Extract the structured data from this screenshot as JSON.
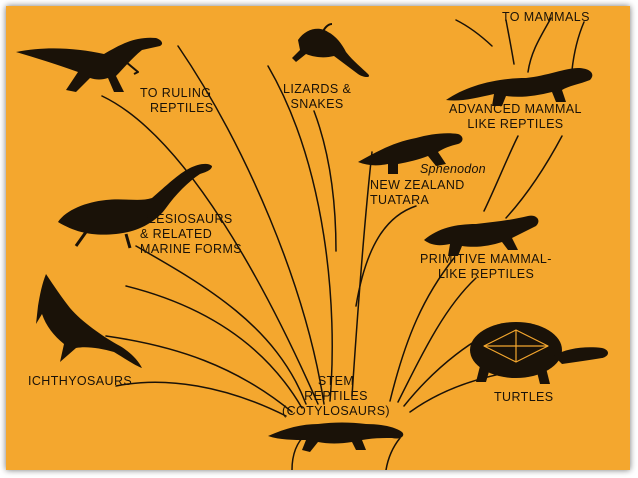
{
  "diagram": {
    "colors": {
      "background": "#f4a72e",
      "ink": "#1a1208",
      "frame": "#ffffff"
    },
    "labels": {
      "to_mammals": "TO MAMMALS",
      "to_ruling_reptiles": [
        "TO RULING",
        "REPTILES"
      ],
      "lizards_snakes": [
        "LIZARDS &",
        "SNAKES"
      ],
      "advanced_mammal_like": [
        "ADVANCED MAMMAL",
        "LIKE REPTILES"
      ],
      "sphenodon": "Sphenodon",
      "new_zealand_tuatara": [
        "NEW ZEALAND",
        "TUATARA"
      ],
      "plesiosaurs": [
        "PLESIOSAURS",
        "& RELATED",
        "MARINE FORMS"
      ],
      "primitive_mammal_like": [
        "PRIMITIVE MAMMAL-",
        "LIKE REPTILES"
      ],
      "ichthyosaurs": "ICHTHYOSAURS",
      "stem_reptiles": [
        "STEM",
        "REPTILES",
        "(COTYLOSAURS)"
      ],
      "turtles": "TURTLES"
    }
  }
}
